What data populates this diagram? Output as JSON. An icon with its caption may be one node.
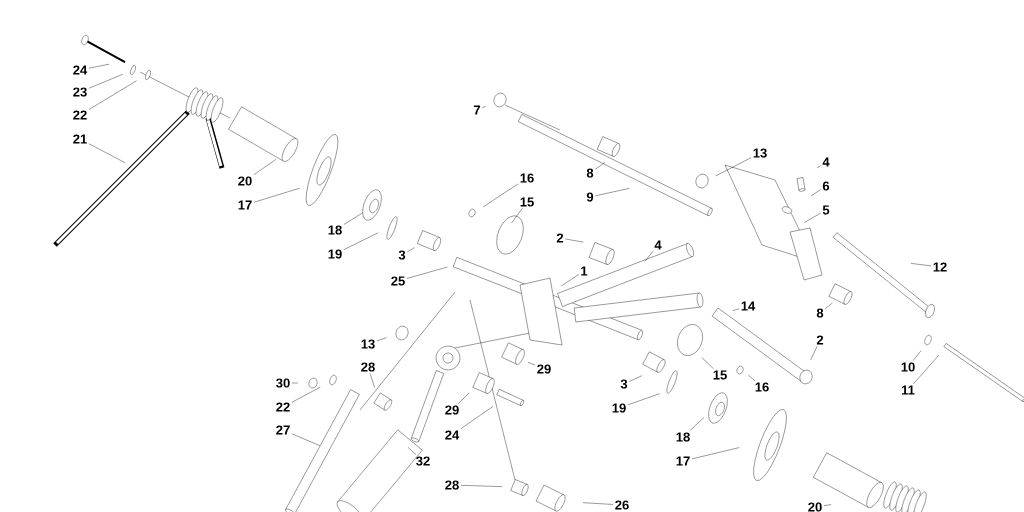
{
  "diagram": {
    "nodes": [
      {
        "text": [
          "24"
        ]
      },
      {
        "text": [
          "23"
        ]
      },
      {
        "text": [
          "22"
        ]
      },
      {
        "text": [
          "21"
        ]
      },
      {
        "text": [
          "20"
        ]
      },
      {
        "text": [
          "17"
        ]
      },
      {
        "text": [
          "18"
        ]
      },
      {
        "text": [
          "19"
        ]
      },
      {
        "text": [
          "3"
        ]
      },
      {
        "text": [
          "25"
        ]
      },
      {
        "text": [
          "7"
        ]
      },
      {
        "text": [
          "8"
        ]
      },
      {
        "text": [
          "9"
        ]
      },
      {
        "text": [
          "16"
        ]
      },
      {
        "text": [
          "15"
        ]
      },
      {
        "text": [
          "2"
        ]
      },
      {
        "text": [
          "1"
        ]
      },
      {
        "text": [
          "4"
        ]
      },
      {
        "text": [
          "13"
        ]
      },
      {
        "text": [
          "4"
        ]
      },
      {
        "text": [
          "6"
        ]
      },
      {
        "text": [
          "5"
        ]
      },
      {
        "text": [
          "12"
        ]
      },
      {
        "text": [
          "14"
        ]
      },
      {
        "text": [
          "8"
        ]
      },
      {
        "text": [
          "2"
        ]
      },
      {
        "text": [
          "10"
        ]
      },
      {
        "text": [
          "11"
        ]
      },
      {
        "text": [
          "13"
        ]
      },
      {
        "text": [
          "28"
        ]
      },
      {
        "text": [
          "30"
        ]
      },
      {
        "text": [
          "22"
        ]
      },
      {
        "text": [
          "27"
        ]
      },
      {
        "text": [
          "29"
        ]
      },
      {
        "text": [
          "3"
        ]
      },
      {
        "text": [
          "19"
        ]
      },
      {
        "text": [
          "15"
        ]
      },
      {
        "text": [
          "16"
        ]
      },
      {
        "text": [
          "29"
        ]
      },
      {
        "text": [
          "24"
        ]
      },
      {
        "text": [
          "32"
        ]
      },
      {
        "text": [
          "18"
        ]
      },
      {
        "text": [
          "17"
        ]
      },
      {
        "text": [
          "28"
        ]
      },
      {
        "text": [
          "26"
        ]
      },
      {
        "text": [
          "20"
        ]
      }
    ],
    "edges": [
      {
        "from": 0,
        "to": null,
        "arrow": "none"
      },
      {
        "from": 1,
        "to": null,
        "arrow": "none"
      },
      {
        "from": 2,
        "to": null,
        "arrow": "none"
      },
      {
        "from": 3,
        "to": null,
        "arrow": "none"
      },
      {
        "from": 4,
        "to": null,
        "arrow": "none"
      },
      {
        "from": 5,
        "to": null,
        "arrow": "none"
      },
      {
        "from": 6,
        "to": null,
        "arrow": "none"
      },
      {
        "from": 7,
        "to": null,
        "arrow": "none"
      },
      {
        "from": 8,
        "to": null,
        "arrow": "none"
      },
      {
        "from": 9,
        "to": null,
        "arrow": "none"
      },
      {
        "from": 10,
        "to": null,
        "arrow": "none"
      },
      {
        "from": 11,
        "to": null,
        "arrow": "none"
      },
      {
        "from": 12,
        "to": null,
        "arrow": "none"
      },
      {
        "from": 13,
        "to": null,
        "arrow": "none"
      },
      {
        "from": 14,
        "to": null,
        "arrow": "none"
      },
      {
        "from": 15,
        "to": null,
        "arrow": "none"
      },
      {
        "from": 16,
        "to": null,
        "arrow": "none"
      },
      {
        "from": 17,
        "to": null,
        "arrow": "none"
      },
      {
        "from": 18,
        "to": null,
        "arrow": "none"
      },
      {
        "from": 19,
        "to": null,
        "arrow": "none"
      },
      {
        "from": 20,
        "to": null,
        "arrow": "none"
      },
      {
        "from": 21,
        "to": null,
        "arrow": "none"
      },
      {
        "from": 22,
        "to": null,
        "arrow": "none"
      },
      {
        "from": 23,
        "to": null,
        "arrow": "none"
      },
      {
        "from": 24,
        "to": null,
        "arrow": "none"
      },
      {
        "from": 25,
        "to": null,
        "arrow": "none"
      },
      {
        "from": 26,
        "to": null,
        "arrow": "none"
      },
      {
        "from": 27,
        "to": null,
        "arrow": "none"
      },
      {
        "from": 28,
        "to": null,
        "arrow": "none"
      },
      {
        "from": 29,
        "to": null,
        "arrow": "none"
      },
      {
        "from": 30,
        "to": null,
        "arrow": "none"
      },
      {
        "from": 31,
        "to": null,
        "arrow": "none"
      },
      {
        "from": 32,
        "to": null,
        "arrow": "none"
      },
      {
        "from": 33,
        "to": null,
        "arrow": "none"
      },
      {
        "from": 34,
        "to": null,
        "arrow": "none"
      },
      {
        "from": 35,
        "to": null,
        "arrow": "none"
      },
      {
        "from": 36,
        "to": null,
        "arrow": "none"
      },
      {
        "from": 37,
        "to": null,
        "arrow": "none"
      },
      {
        "from": 38,
        "to": null,
        "arrow": "none"
      },
      {
        "from": 39,
        "to": null,
        "arrow": "none"
      },
      {
        "from": 40,
        "to": null,
        "arrow": "none"
      },
      {
        "from": 41,
        "to": null,
        "arrow": "none"
      },
      {
        "from": 42,
        "to": null,
        "arrow": "none"
      },
      {
        "from": 43,
        "to": null,
        "arrow": "none"
      },
      {
        "from": 44,
        "to": null,
        "arrow": "none"
      },
      {
        "from": 45,
        "to": null,
        "arrow": "none"
      }
    ]
  }
}
